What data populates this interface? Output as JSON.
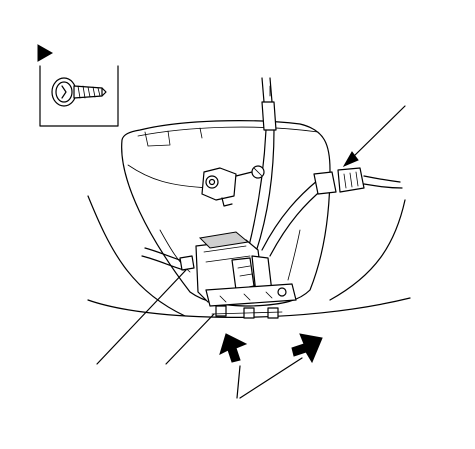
{
  "diagram": {
    "components": [
      "screw",
      "cable",
      "connector",
      "latch-assembly",
      "bracket",
      "mounting-bolts",
      "panel-opening"
    ]
  }
}
